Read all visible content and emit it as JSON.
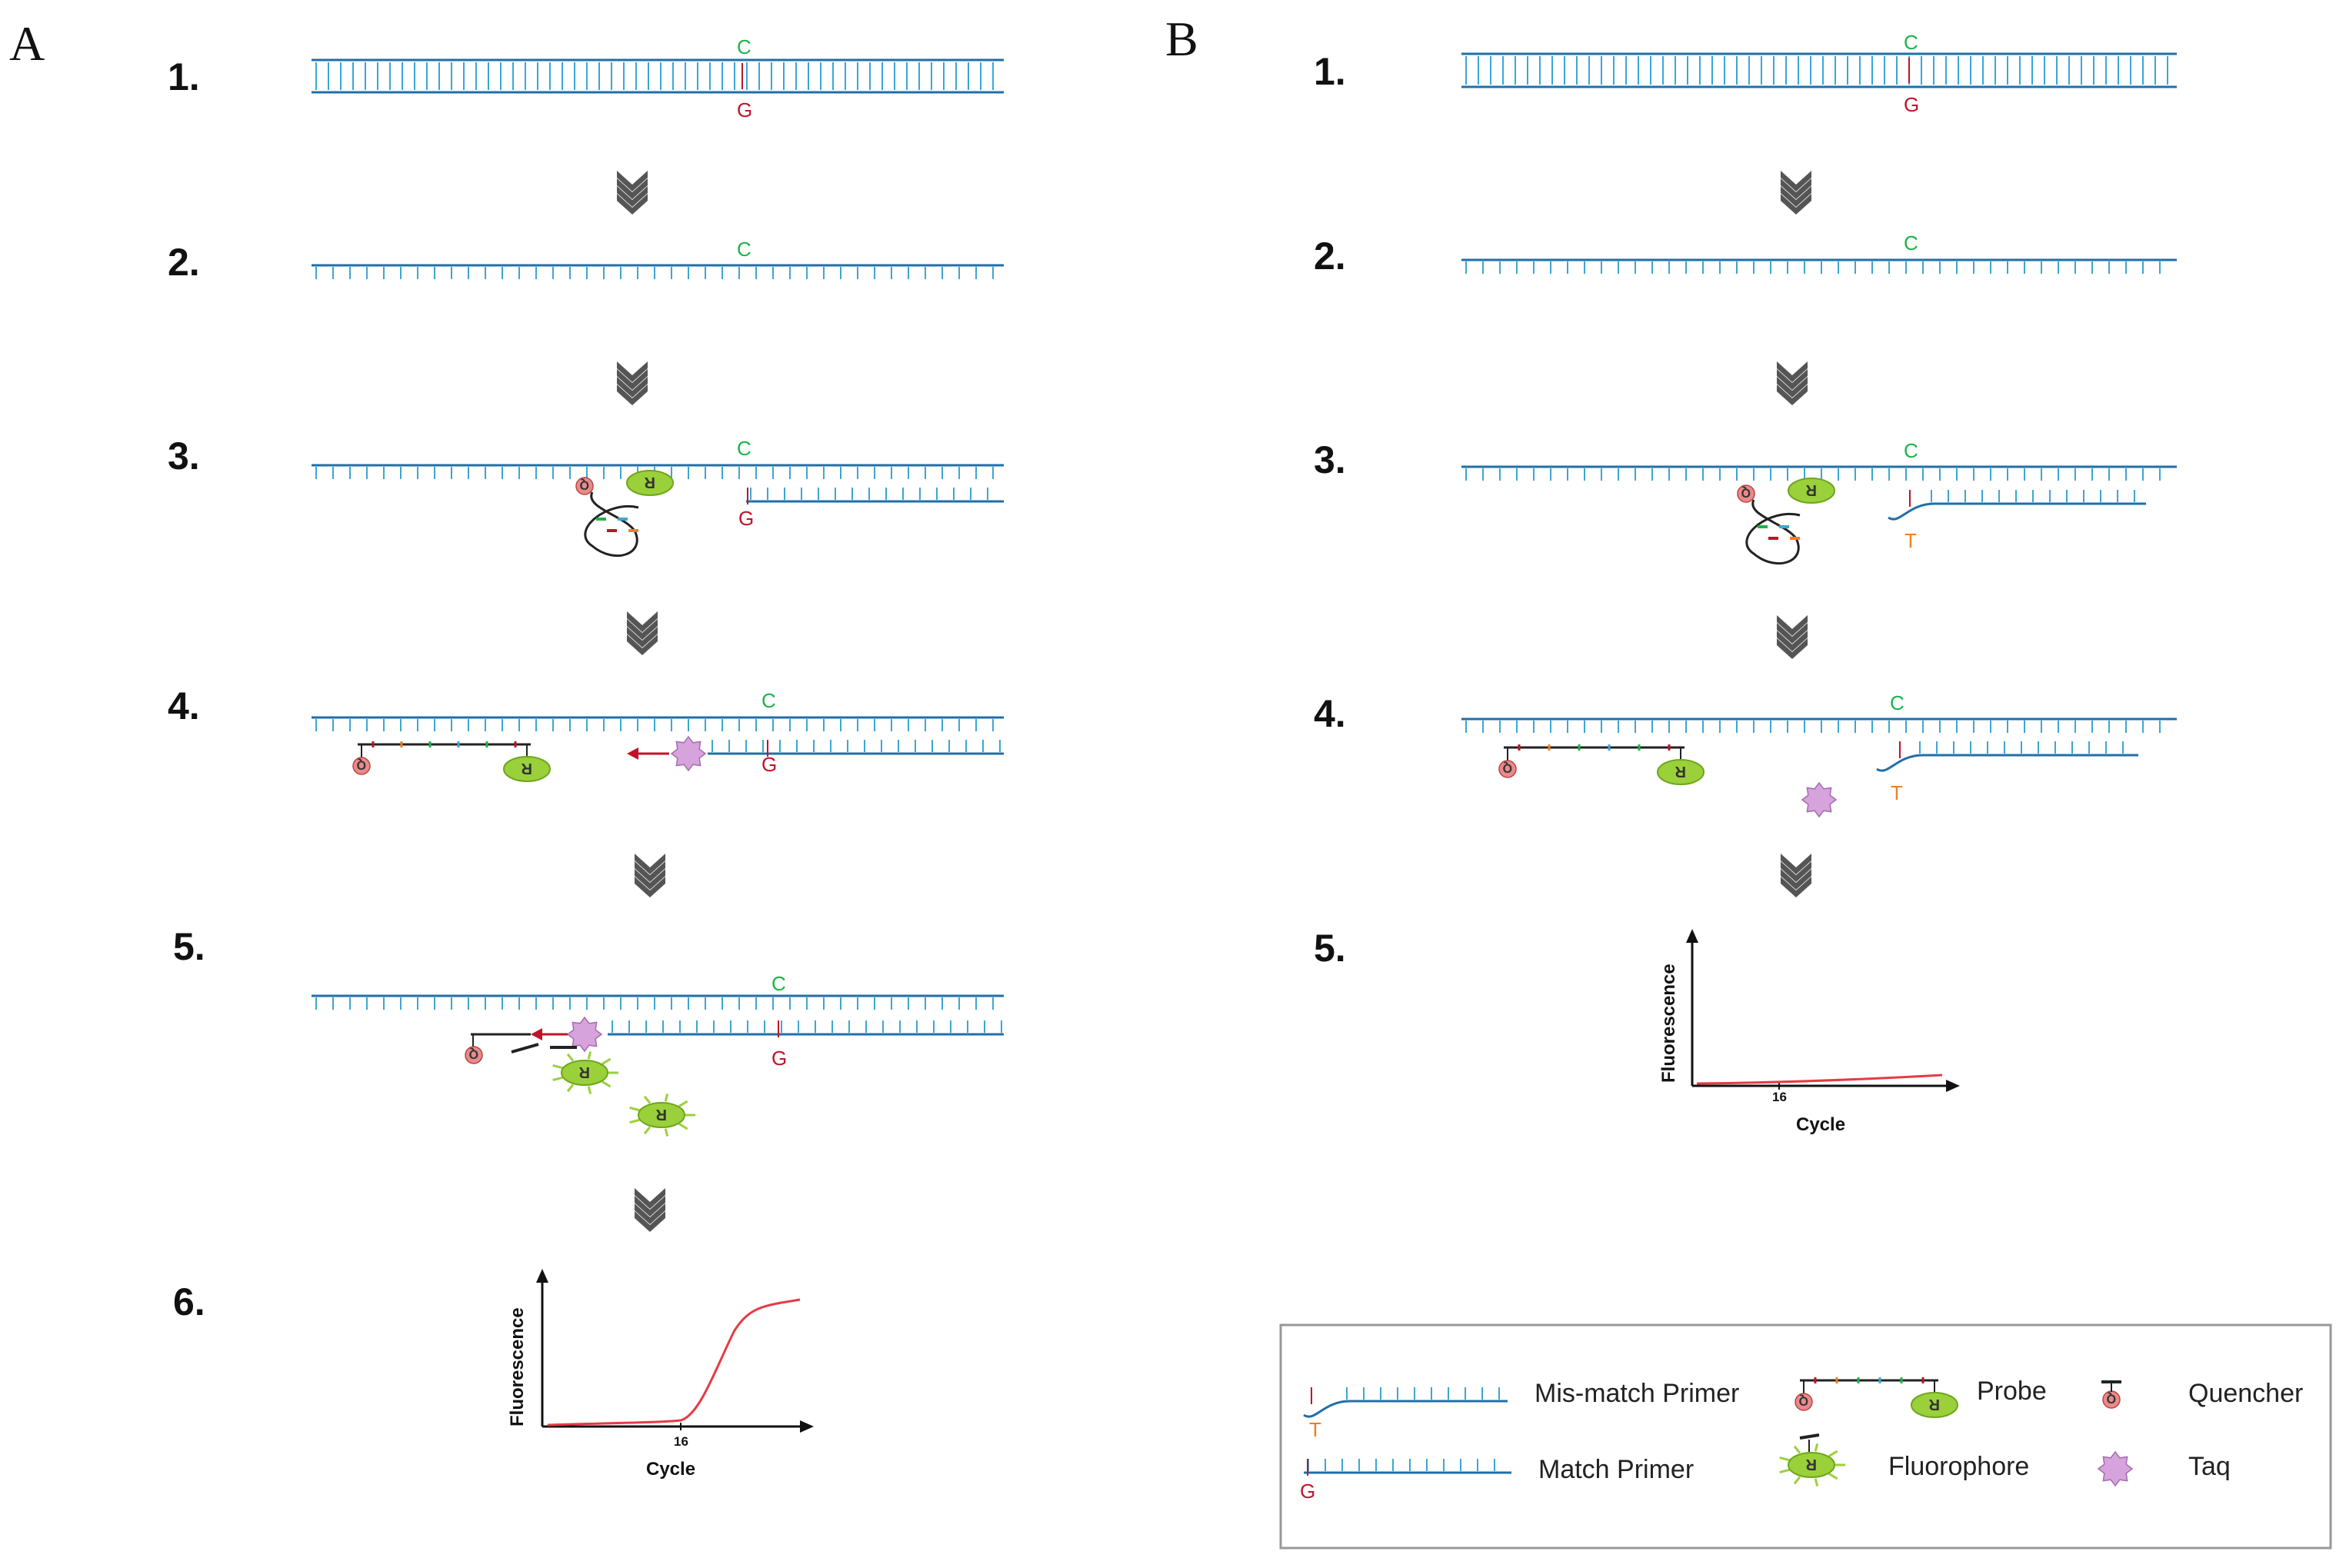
{
  "colors": {
    "dna": "#1f6fa8",
    "tick": "#3ba6d6",
    "base_c": "#1db34a",
    "base_g": "#c0132a",
    "base_t": "#f07f22",
    "arrow": "#555555",
    "curve": "#e53b45",
    "fluor": "#9ad13b",
    "quencher": "#e98a8a",
    "taq": "#d6a3dc"
  },
  "panels": [
    {
      "letter": "A",
      "steps": [
        {
          "num": "1.",
          "top_base": "C",
          "bottom_base": "G"
        },
        {
          "num": "2.",
          "top_base": "C"
        },
        {
          "num": "3.",
          "top_base": "C",
          "primer_base": "G"
        },
        {
          "num": "4.",
          "top_base": "C",
          "primer_base": "G"
        },
        {
          "num": "5.",
          "top_base": "C",
          "primer_base": "G"
        },
        {
          "num": "6."
        }
      ],
      "plot": {
        "xlabel": "Cycle",
        "ylabel": "Fluorescence",
        "tick": "16"
      }
    },
    {
      "letter": "B",
      "steps": [
        {
          "num": "1.",
          "top_base": "C",
          "bottom_base": "G"
        },
        {
          "num": "2.",
          "top_base": "C"
        },
        {
          "num": "3.",
          "top_base": "C",
          "primer_base": "T"
        },
        {
          "num": "4.",
          "top_base": "C",
          "primer_base": "T"
        },
        {
          "num": "5."
        }
      ],
      "plot": {
        "xlabel": "Cycle",
        "ylabel": "Fluorescence",
        "tick": "16"
      }
    }
  ],
  "chart_data": [
    {
      "type": "line",
      "panel": "A",
      "xlabel": "Cycle",
      "ylabel": "Fluorescence",
      "xticks": [
        "16"
      ],
      "series": [
        {
          "x": [
            0,
            16,
            18,
            20,
            22,
            24,
            28
          ],
          "y": [
            0.02,
            0.03,
            0.25,
            0.6,
            0.82,
            0.88,
            0.92
          ]
        }
      ]
    },
    {
      "type": "line",
      "panel": "B",
      "xlabel": "Cycle",
      "ylabel": "Fluorescence",
      "xticks": [
        "16"
      ],
      "series": [
        {
          "x": [
            0,
            16,
            28
          ],
          "y": [
            0.02,
            0.03,
            0.07
          ]
        }
      ]
    }
  ],
  "legend": {
    "mismatch_label": "Mis-match Primer",
    "mismatch_base": "T",
    "match_label": "Match Primer",
    "match_base": "G",
    "probe_label": "Probe",
    "fluorophore_label": "Fluorophore",
    "quencher_label": "Quencher",
    "taq_label": "Taq"
  },
  "icons": {
    "fluorophore_letter": "R",
    "quencher_letter": "Q"
  }
}
